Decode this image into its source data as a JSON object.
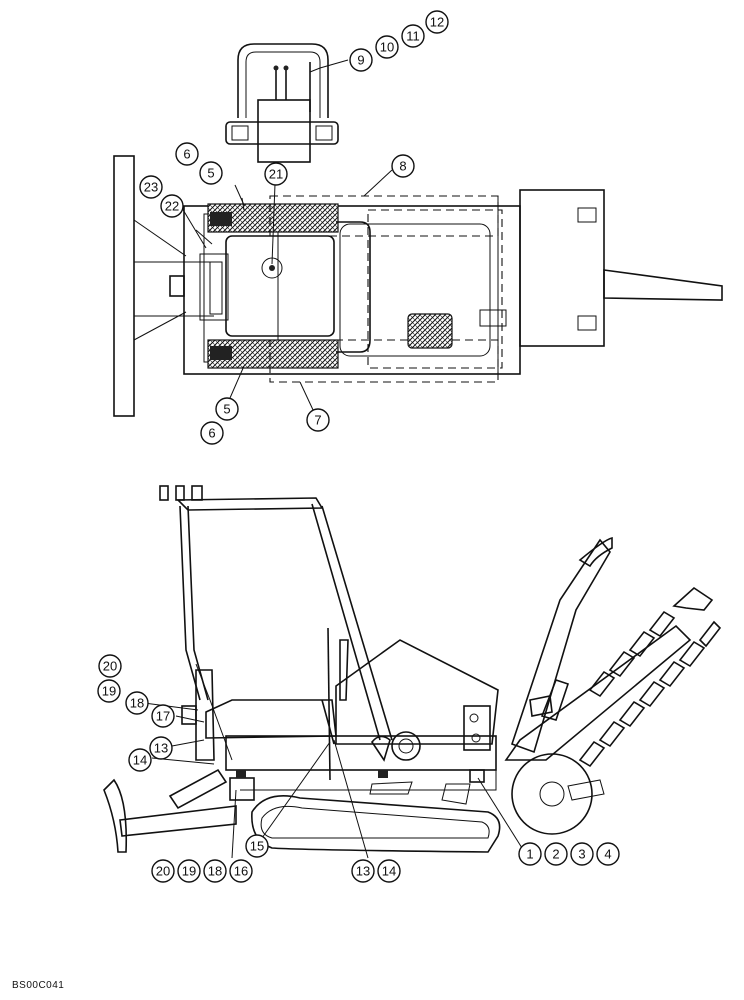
{
  "document_code": "BS00C041",
  "top_view": {
    "callouts": [
      "5",
      "6",
      "7",
      "8",
      "9",
      "10",
      "11",
      "12",
      "21",
      "22",
      "23"
    ]
  },
  "side_view": {
    "callouts": [
      "1",
      "2",
      "3",
      "4",
      "13",
      "14",
      "15",
      "16",
      "17",
      "18",
      "19",
      "20"
    ]
  }
}
